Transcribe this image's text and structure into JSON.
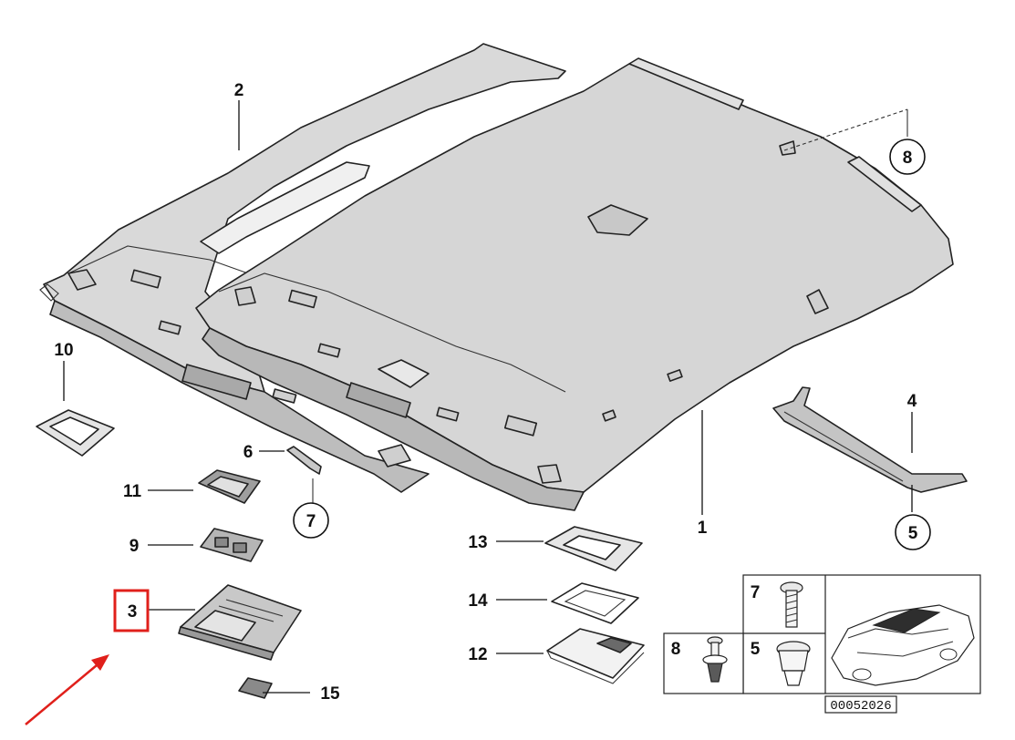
{
  "diagram": {
    "diagram_id": "00052026",
    "callouts": {
      "c1": "1",
      "c2": "2",
      "c3": "3",
      "c4": "4",
      "c5_circle": "5",
      "c6": "6",
      "c7_circle": "7",
      "c8_circle": "8",
      "c9": "9",
      "c10": "10",
      "c11": "11",
      "c12": "12",
      "c13": "13",
      "c14": "14",
      "c15": "15"
    },
    "inset": {
      "label_7": "7",
      "label_8": "8",
      "label_5": "5"
    },
    "highlight_color": "#e0201b",
    "highlighted_part": "3"
  }
}
